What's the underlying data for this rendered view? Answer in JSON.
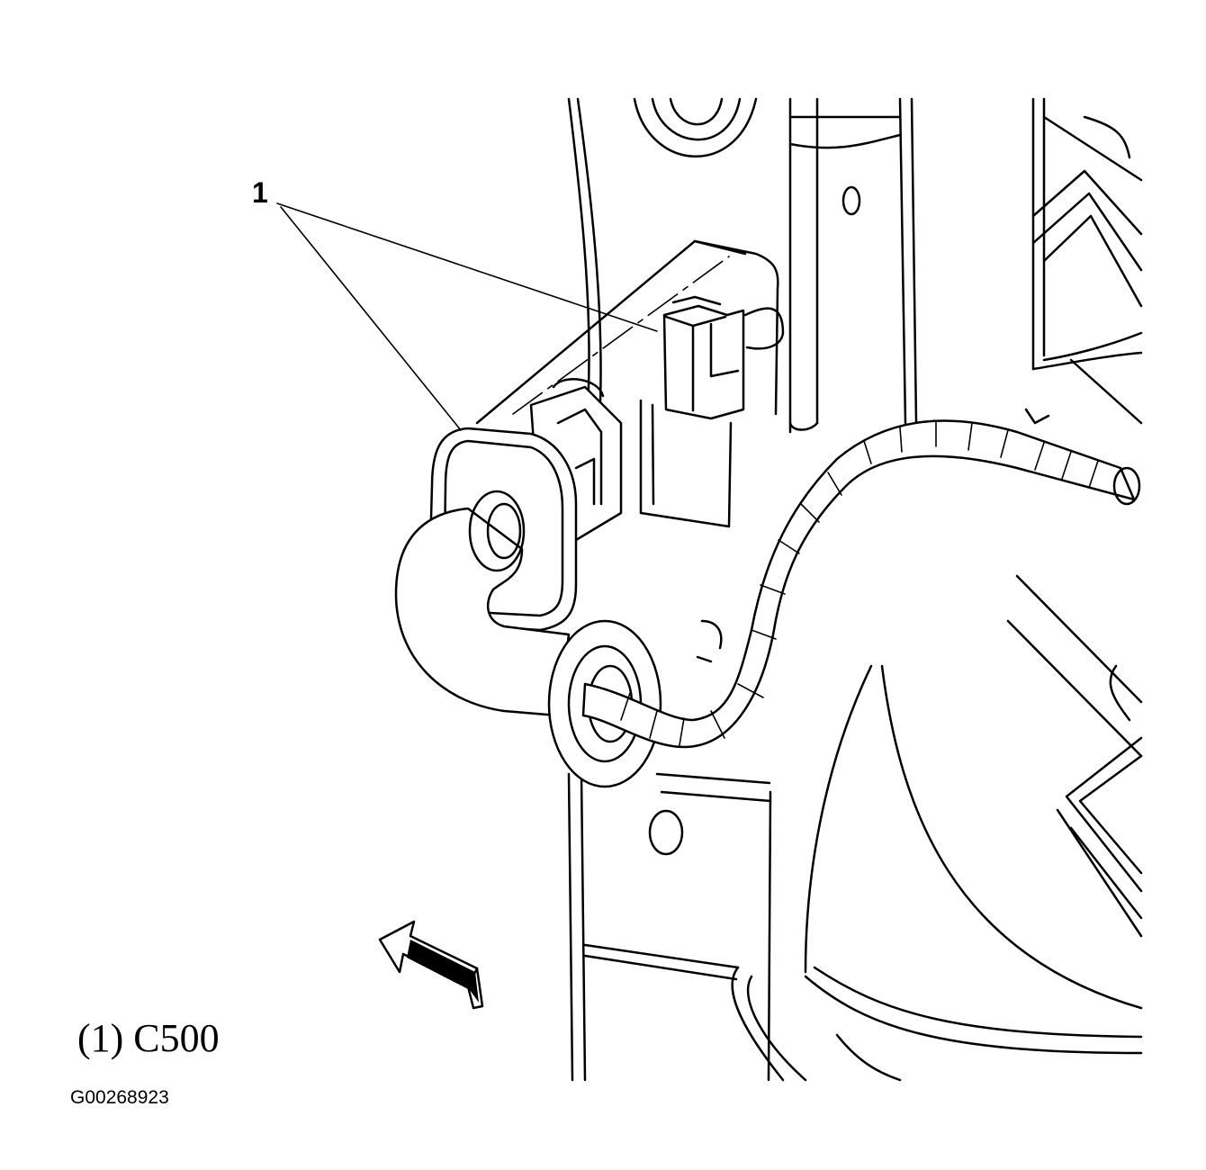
{
  "callout": {
    "number": "1"
  },
  "legend": {
    "caption": "(1) C500"
  },
  "figure": {
    "id": "G00268923"
  },
  "colors": {
    "line": "#000000",
    "background": "#ffffff"
  }
}
